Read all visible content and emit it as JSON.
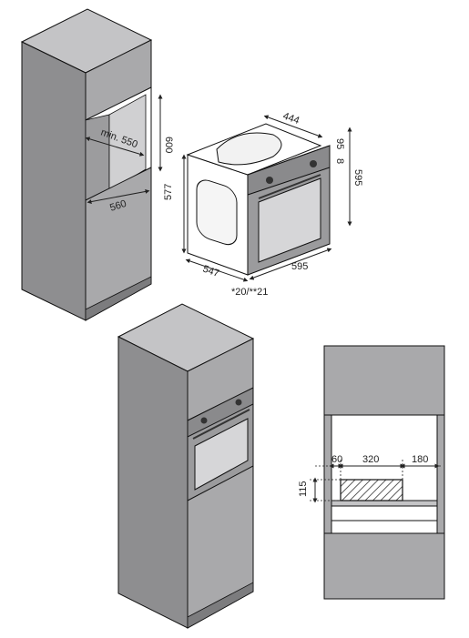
{
  "colors": {
    "cabinet_front": "#a9a9ab",
    "cabinet_side": "#8e8e90",
    "cabinet_top": "#c4c4c6",
    "niche_inner": "#ffffff",
    "oven_body": "#9b9b9d",
    "glass": "#d6d6d8",
    "line": "#111111",
    "label": "#222222"
  },
  "cabinet_niche": {
    "depth_label": "min. 550",
    "height_label": "600",
    "width_label": "560"
  },
  "oven": {
    "depth_top_label": "444",
    "panel_label_1": "95",
    "panel_label_2": "8",
    "height_label": "595",
    "side_height_label": "577",
    "side_depth_label": "547",
    "front_width_label": "595",
    "footnote_label": "*20/**21"
  },
  "vent_section": {
    "left_gap_label": "60",
    "opening_label": "320",
    "right_gap_label": "180",
    "height_label": "115"
  }
}
